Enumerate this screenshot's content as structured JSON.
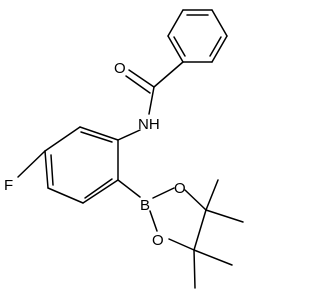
{
  "molecule": {
    "atom_labels": {
      "oxygen_carbonyl": "O",
      "nitrogen_amide": "NH",
      "fluorine": "F",
      "boron": "B",
      "oxygen_ring_upper": "O",
      "oxygen_ring_lower": "O"
    }
  }
}
